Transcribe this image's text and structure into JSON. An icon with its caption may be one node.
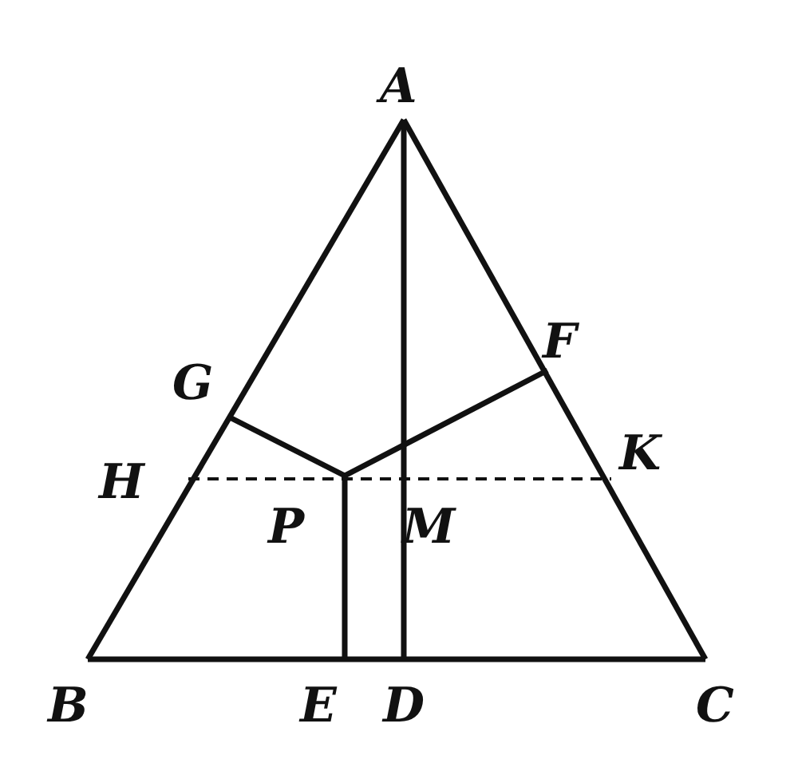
{
  "diagram": {
    "labels": [
      "A",
      "F",
      "G",
      "H",
      "K",
      "P",
      "M",
      "B",
      "E",
      "D",
      "C"
    ]
  }
}
